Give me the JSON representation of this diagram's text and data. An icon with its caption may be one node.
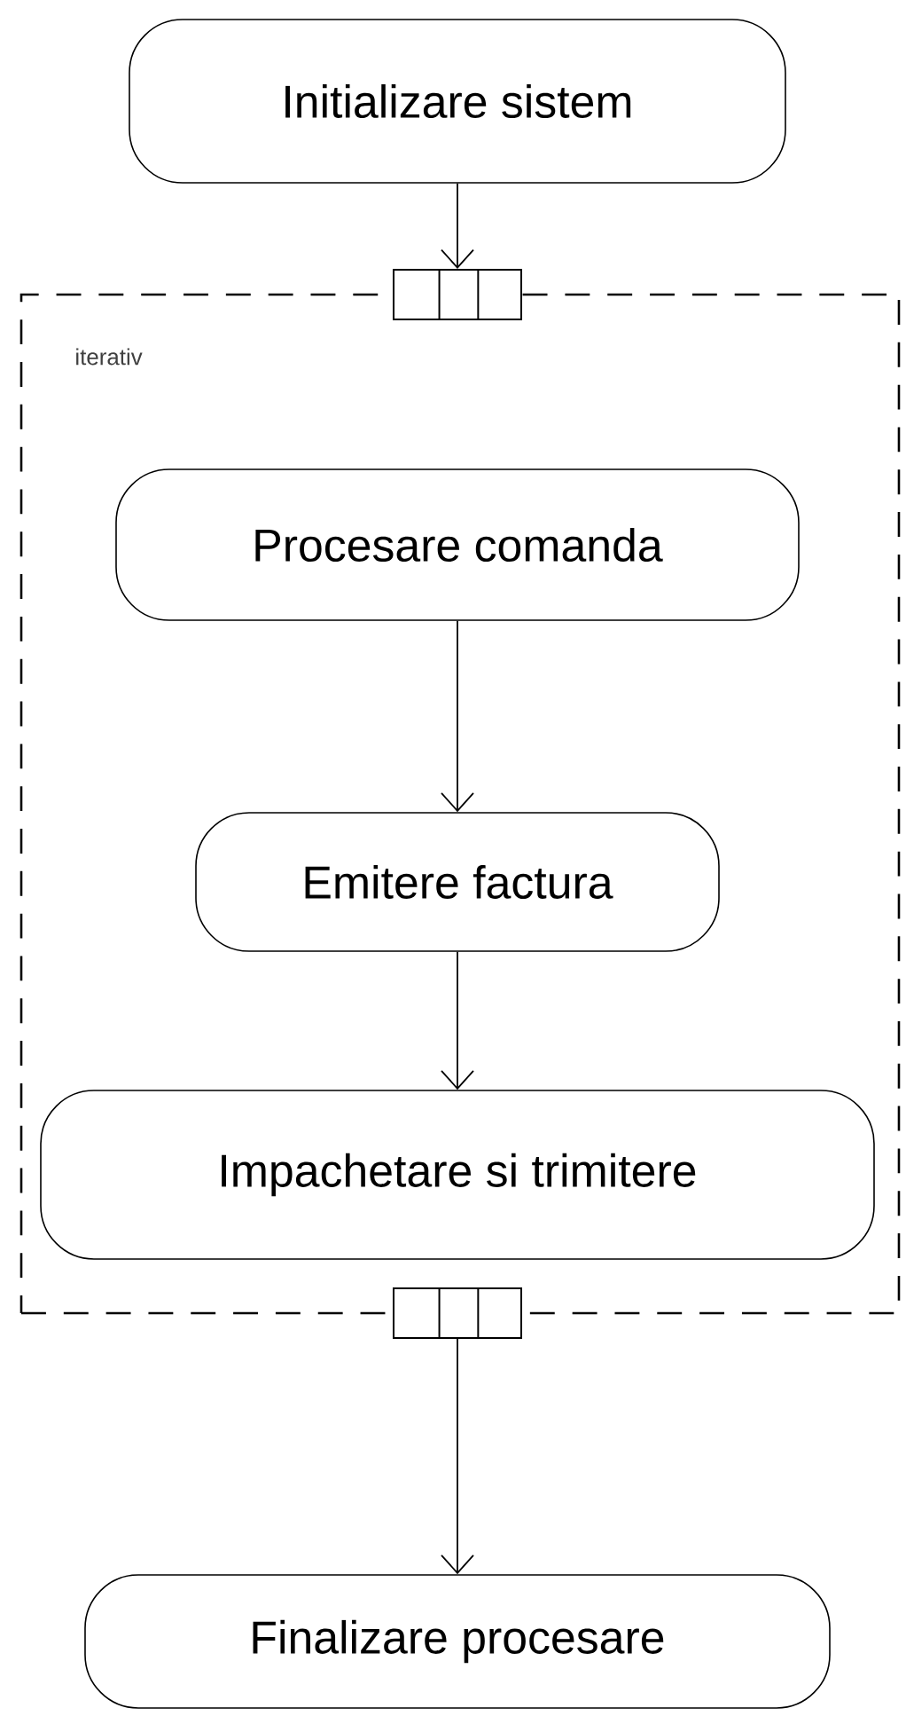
{
  "diagram": {
    "nodes": [
      {
        "text": [
          "Initializare sistem"
        ]
      },
      {
        "text": [
          "iterativ"
        ]
      },
      {
        "text": [],
        "shape": "box"
      },
      {
        "text": [
          "Procesare comanda"
        ],
        "in": 1
      },
      {
        "text": [
          "Emitere factura"
        ],
        "in": 1
      },
      {
        "text": [
          "Impachetare si trimitere"
        ],
        "in": 1
      },
      {
        "text": [],
        "shape": "box"
      },
      {
        "text": [
          "Finalizare procesare"
        ]
      }
    ],
    "edges": [
      {
        "from": 0,
        "to": 2,
        "arrow": "to"
      },
      {
        "from": 3,
        "to": 4,
        "arrow": "to"
      },
      {
        "from": 4,
        "to": 5,
        "arrow": "to"
      },
      {
        "from": 6,
        "to": 7,
        "arrow": "to"
      }
    ]
  }
}
